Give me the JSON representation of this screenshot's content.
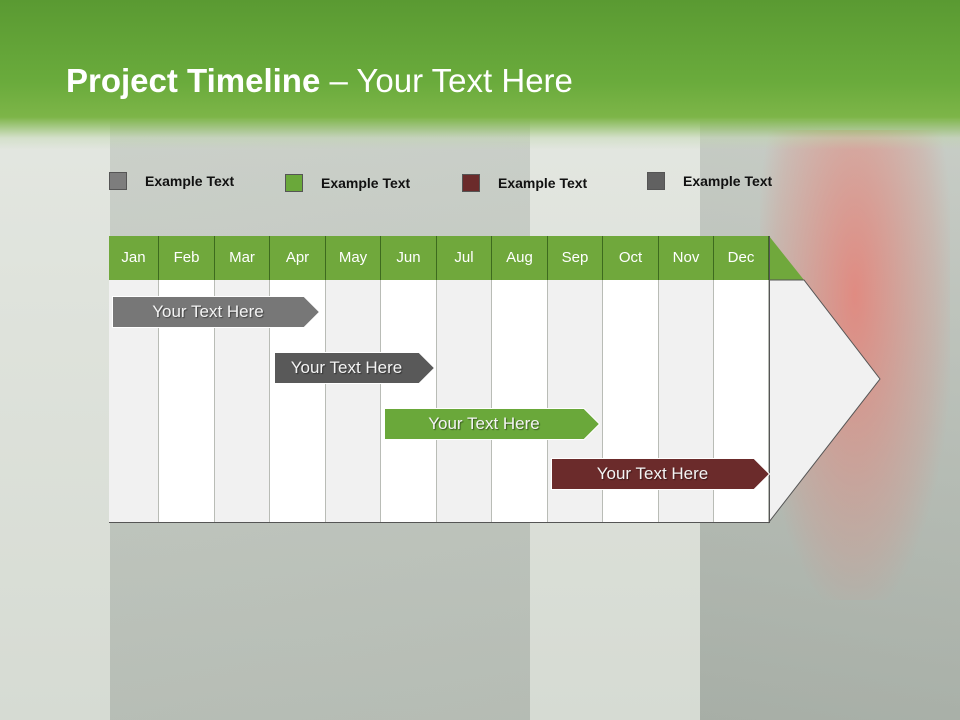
{
  "title": {
    "bold": "Project Timeline",
    "rest": " – Your Text Here"
  },
  "legend": [
    {
      "label": "Example Text",
      "color": "#7d7d7d"
    },
    {
      "label": "Example Text",
      "color": "#6aa83a"
    },
    {
      "label": "Example Text",
      "color": "#6b2b2b"
    },
    {
      "label": "Example Text",
      "color": "#616161"
    }
  ],
  "months": [
    "Jan",
    "Feb",
    "Mar",
    "Apr",
    "May",
    "Jun",
    "Jul",
    "Aug",
    "Sep",
    "Oct",
    "Nov",
    "Dec"
  ],
  "tasks": [
    {
      "label": "Your  Text Here",
      "color": "#777777"
    },
    {
      "label": "Your  Text Here",
      "color": "#595959"
    },
    {
      "label": "Your  Text Here",
      "color": "#6aa83a"
    },
    {
      "label": "Your  Text Here",
      "color": "#6b2b2b"
    }
  ],
  "colors": {
    "header_green": "#6aab3c",
    "month_green": "#70a83c"
  }
}
